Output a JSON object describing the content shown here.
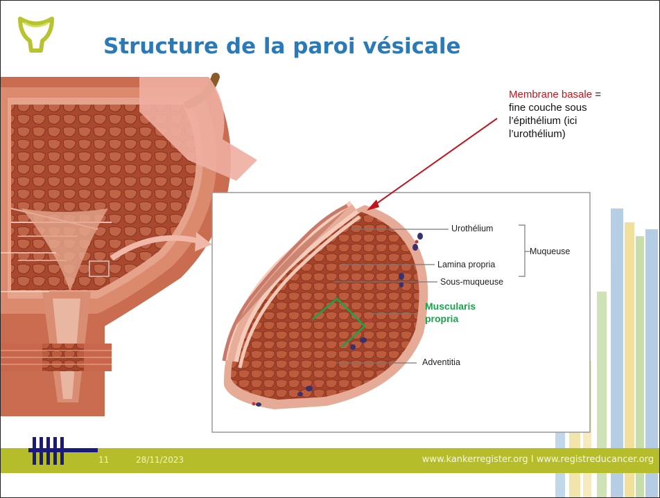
{
  "slide": {
    "title": "Structure de la paroi vésicale",
    "annotation": {
      "highlight": "Membrane basale",
      "rest_line1": " =",
      "rest_line2": "fine couche sous",
      "rest_line3": "l’épithélium (ici",
      "rest_line4": "l’urothélium)"
    },
    "labels": {
      "urothelium": "Urothélium",
      "muqueuse": "Muqueuse",
      "lamina_propria": "Lamina propria",
      "sous_muqueuse": "Sous-muqueuse",
      "muscularis_line1": "Muscularis",
      "muscularis_line2": "propria",
      "adventitia": "Adventitia"
    },
    "footer": {
      "page_number": "11",
      "date": "28/11/2023",
      "url": "www.kankerregister.org  I  www.registreducancer.org"
    },
    "colors": {
      "title": "#2a7ab8",
      "highlight": "#c0151d",
      "muscularis": "#19a34a",
      "footer_bar": "#b6bd2b",
      "arrow": "#c0151d"
    },
    "icons": [
      "bladder-logo-icon",
      "hhh-logo-icon"
    ]
  }
}
